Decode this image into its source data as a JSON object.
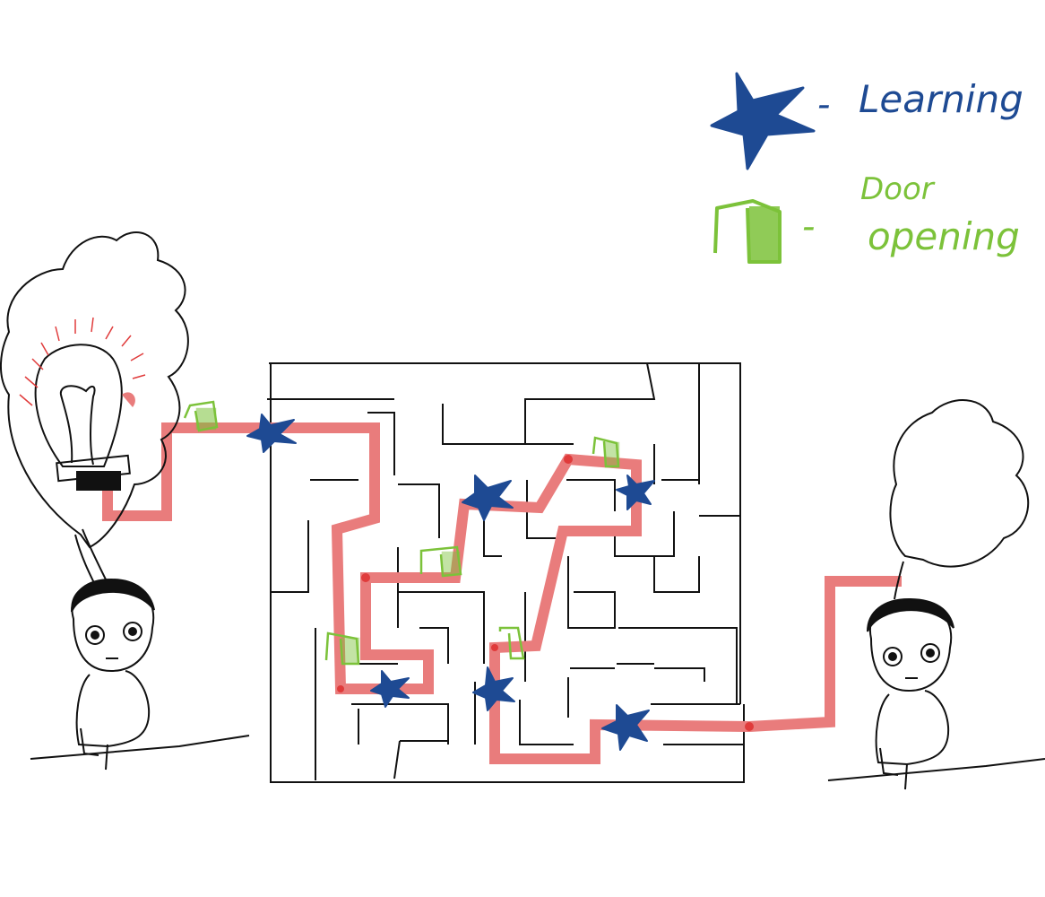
{
  "legend": {
    "learning_label": "Learning",
    "door_label_line1": "Door",
    "door_label_line2": "opening",
    "dash": "-"
  },
  "colors": {
    "path": "#e97c7c",
    "path_node": "#e03b3b",
    "learning_star": "#1e4a93",
    "door": "#7cc23a",
    "maze": "#111111",
    "bulb_rays": "#e03b3b"
  },
  "icons": [
    "learning-star-icon",
    "door-icon",
    "lightbulb-icon",
    "thought-cloud-icon",
    "child-figure-icon"
  ]
}
